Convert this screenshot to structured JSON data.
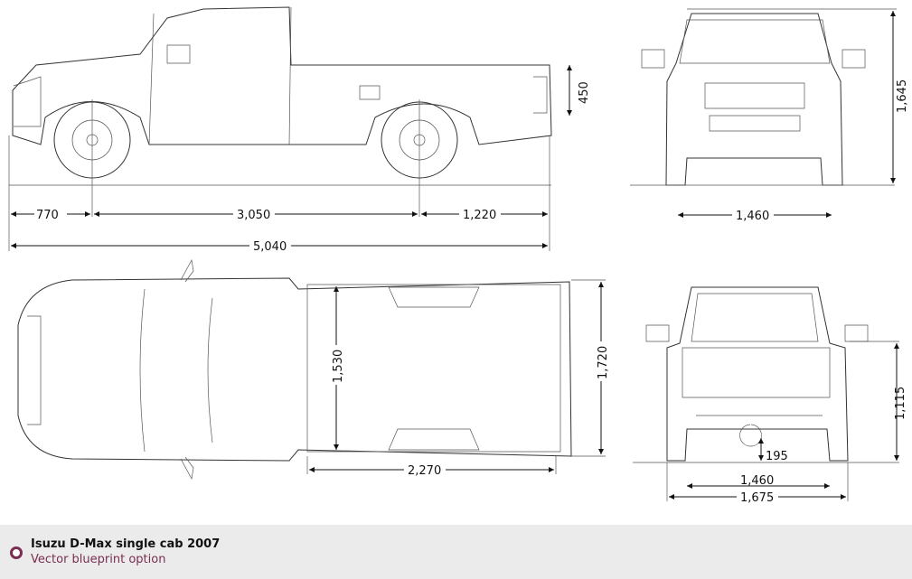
{
  "caption": {
    "title": "Isuzu D-Max single cab 2007",
    "subtitle": "Vector blueprint option",
    "accent_color": "#7a2e52"
  },
  "dimensions": {
    "side": {
      "front_overhang": "770",
      "wheelbase": "3,050",
      "rear_overhang": "1,220",
      "length": "5,040",
      "bed_height": "450"
    },
    "front": {
      "height": "1,645",
      "track": "1,460"
    },
    "top": {
      "bed_width": "1,530",
      "width": "1,720",
      "bed_length": "2,270"
    },
    "rear": {
      "tailgate_height": "1,115",
      "ground_clearance": "195",
      "track": "1,460",
      "width": "1,675"
    }
  }
}
